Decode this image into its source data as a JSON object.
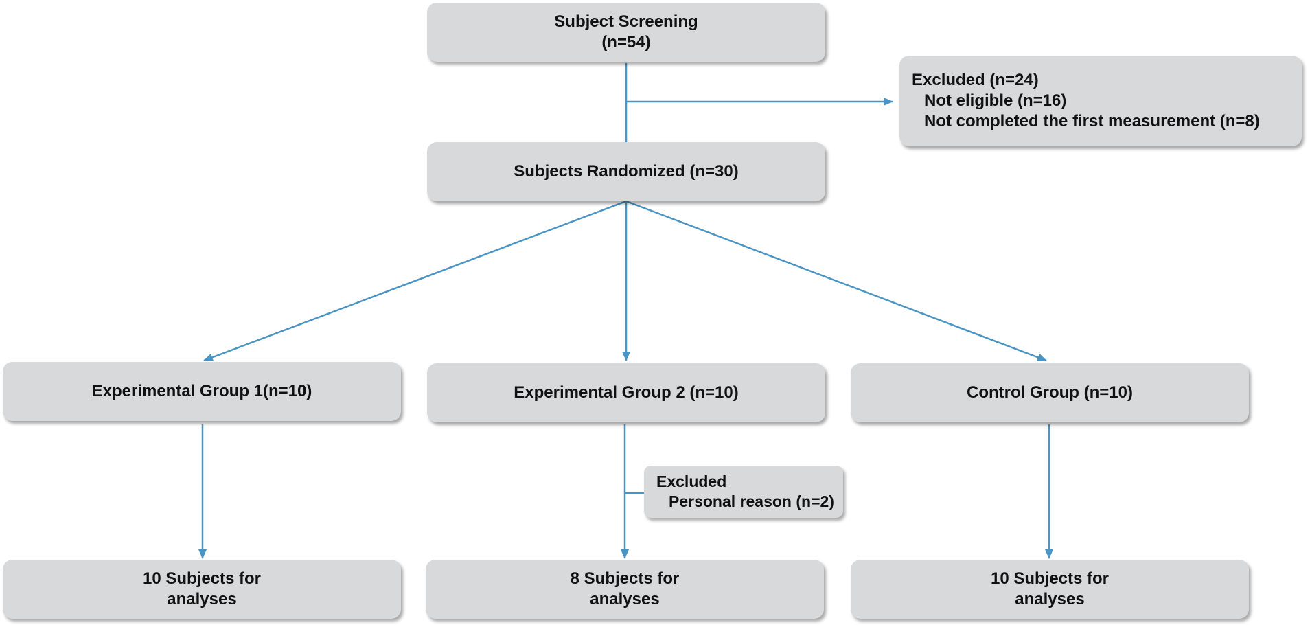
{
  "screening": {
    "line1": "Subject Screening",
    "line2": "(n=54)"
  },
  "excluded_screening": {
    "title": "Excluded (n=24)",
    "item1": "Not eligible (n=16)",
    "item2": "Not completed the first measurement (n=8)"
  },
  "randomized": {
    "label": "Subjects Randomized (n=30)"
  },
  "groups": {
    "exp1": "Experimental Group 1(n=10)",
    "exp2": "Experimental Group 2 (n=10)",
    "control": "Control Group (n=10)"
  },
  "excluded_group2": {
    "title": "Excluded",
    "item1": "Personal reason (n=2)"
  },
  "analyses": {
    "exp1": {
      "line1": "10 Subjects for",
      "line2": "analyses"
    },
    "exp2": {
      "line1": "8 Subjects for",
      "line2": "analyses"
    },
    "control": {
      "line1": "10 Subjects for",
      "line2": "analyses"
    }
  },
  "colors": {
    "arrow": "#4a94c4",
    "box": "#d8d9db",
    "text": "#111111"
  }
}
